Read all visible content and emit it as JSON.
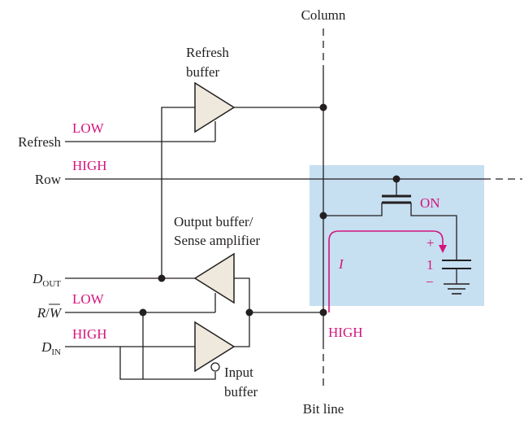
{
  "labels": {
    "column": "Column",
    "bit_line": "Bit line",
    "refresh_buffer_line1": "Refresh",
    "refresh_buffer_line2": "buffer",
    "output_buffer_line1": "Output buffer/",
    "output_buffer_line2": "Sense amplifier",
    "input_buffer_line1": "Input",
    "input_buffer_line2": "buffer",
    "refresh": "Refresh",
    "row": "Row",
    "d_out_main": "D",
    "d_out_sub": "OUT",
    "r_w_r": "R",
    "r_w_slash": "/",
    "r_w_w": "W",
    "d_in_main": "D",
    "d_in_sub": "IN"
  },
  "states": {
    "refresh": "LOW",
    "row": "HIGH",
    "r_w": "LOW",
    "d_in": "HIGH",
    "bit_line": "HIGH",
    "transistor": "ON",
    "current": "I",
    "cap_plus": "+",
    "cap_value": "1",
    "cap_minus": "−"
  },
  "colors": {
    "signal": "#d4157c",
    "highlight_box": "#c6dff1",
    "buffer_fill": "#efe8dc",
    "wire": "#231f20"
  },
  "icons": [
    "buffer-triangle",
    "nmos-transistor",
    "capacitor",
    "ground",
    "inversion-bubble",
    "current-arrow"
  ]
}
